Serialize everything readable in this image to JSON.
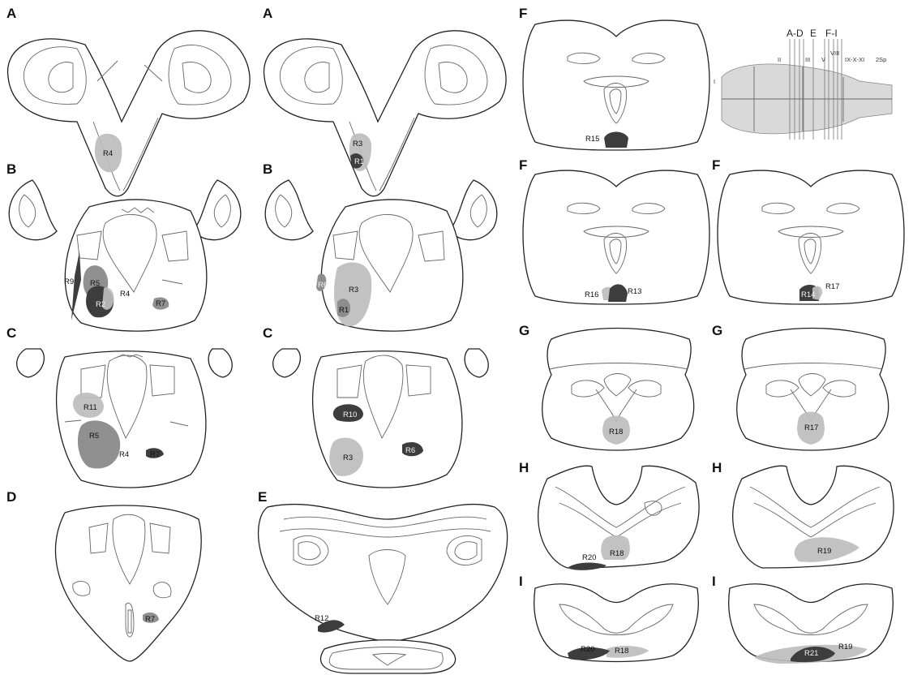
{
  "panels": [
    {
      "id": "A-left",
      "letter": "A"
    },
    {
      "id": "A-right",
      "letter": "A"
    },
    {
      "id": "B-left",
      "letter": "B"
    },
    {
      "id": "B-right",
      "letter": "B"
    },
    {
      "id": "C-left",
      "letter": "C"
    },
    {
      "id": "C-right",
      "letter": "C"
    },
    {
      "id": "D",
      "letter": "D"
    },
    {
      "id": "E",
      "letter": "E"
    },
    {
      "id": "F-top",
      "letter": "F"
    },
    {
      "id": "F-mid-left",
      "letter": "F"
    },
    {
      "id": "F-mid-right",
      "letter": "F"
    },
    {
      "id": "G-left",
      "letter": "G"
    },
    {
      "id": "G-right",
      "letter": "G"
    },
    {
      "id": "H-left",
      "letter": "H"
    },
    {
      "id": "H-right",
      "letter": "H"
    },
    {
      "id": "I-left",
      "letter": "I"
    },
    {
      "id": "I-right",
      "letter": "I"
    }
  ],
  "region_labels": {
    "A_left": [
      "R4"
    ],
    "A_right": [
      "R3",
      "R1"
    ],
    "B_left": [
      "R9",
      "R5",
      "R4",
      "R2",
      "R7"
    ],
    "B_right": [
      "R6",
      "R3",
      "R1"
    ],
    "C_left": [
      "R11",
      "R5",
      "R4",
      "R7"
    ],
    "C_right": [
      "R10",
      "R3",
      "R6"
    ],
    "D": [
      "R7"
    ],
    "E": [
      "R12"
    ],
    "F_top": [
      "R15"
    ],
    "F_mid_left": [
      "R16",
      "R13"
    ],
    "F_mid_right": [
      "R14",
      "R17"
    ],
    "G_left": [
      "R18"
    ],
    "G_right": [
      "R17"
    ],
    "H_left": [
      "R20",
      "R18"
    ],
    "H_right": [
      "R19"
    ],
    "I_left": [
      "R20",
      "R18"
    ],
    "I_right": [
      "R21",
      "R19"
    ]
  },
  "brain_schematic": {
    "section_labels": [
      "A-D",
      "E",
      "F-I"
    ],
    "nerve_labels": [
      "I",
      "II",
      "III",
      "V",
      "VIII",
      "IX-X-XI",
      "2Sp"
    ]
  },
  "colors": {
    "light_lesion": "#bdbdbd",
    "mid_lesion": "#8a8a8a",
    "dark_lesion": "#3d3d3d",
    "outline": "#222222"
  }
}
